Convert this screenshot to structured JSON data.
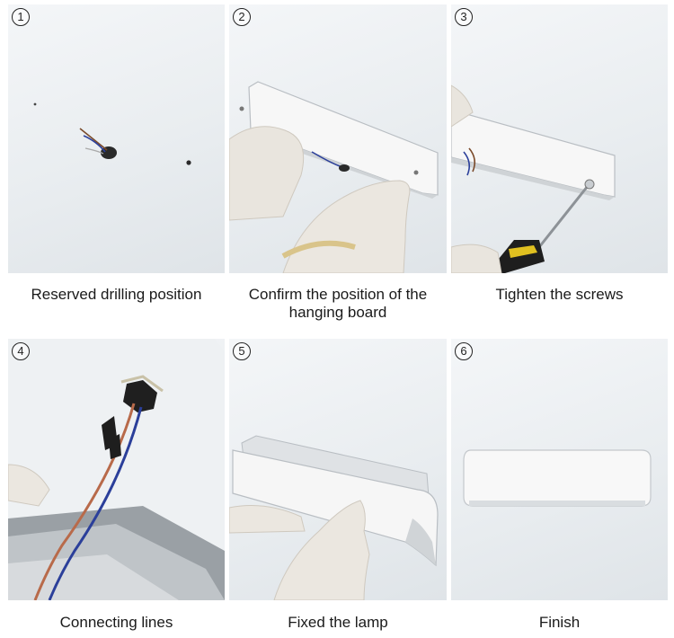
{
  "steps": [
    {
      "number": "1",
      "caption": "Reserved drilling position"
    },
    {
      "number": "2",
      "caption": "Confirm the position of the hanging board"
    },
    {
      "number": "3",
      "caption": "Tighten the screws"
    },
    {
      "number": "4",
      "caption": "Connecting lines"
    },
    {
      "number": "5",
      "caption": "Fixed the lamp"
    },
    {
      "number": "6",
      "caption": "Finish"
    }
  ]
}
